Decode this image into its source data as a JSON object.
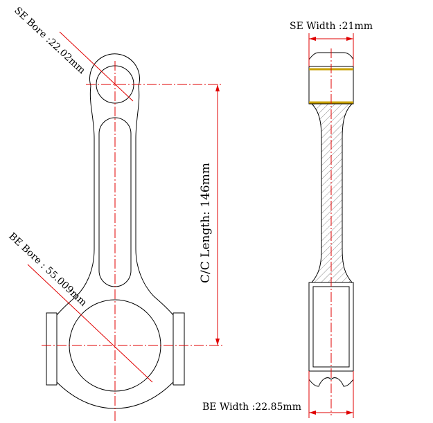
{
  "annotations": {
    "se_bore": "SE Bore :22.02mm",
    "be_bore": "BE Bore : 55.009mm",
    "cc_length": "C/C Length: 146mm",
    "se_width": "SE Width :21mm",
    "be_width": "BE Width :22.85mm"
  },
  "colors": {
    "outline": "#000000",
    "dimension": "#e00000",
    "bushing": "#c8a000",
    "hatch": "#888888"
  }
}
